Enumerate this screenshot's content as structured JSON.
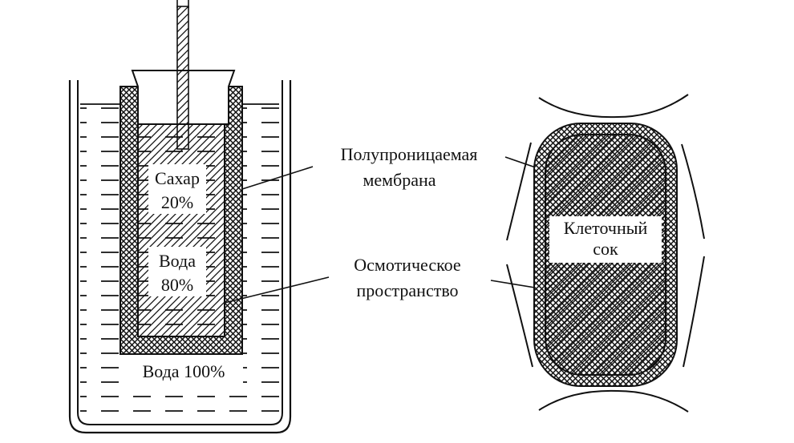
{
  "labels": {
    "sugar_line1": "Сахар",
    "sugar_line2": "20%",
    "water_inner_line1": "Вода",
    "water_inner_line2": "80%",
    "water_outer": "Вода 100%",
    "membrane_line1": "Полупроницаемая",
    "membrane_line2": "мембрана",
    "osmotic_line1": "Осмотическое",
    "osmotic_line2": "пространство",
    "cell_sap_line1": "Клеточный",
    "cell_sap_line2": "сок"
  },
  "colors": {
    "ink": "#111111",
    "background": "#ffffff"
  }
}
